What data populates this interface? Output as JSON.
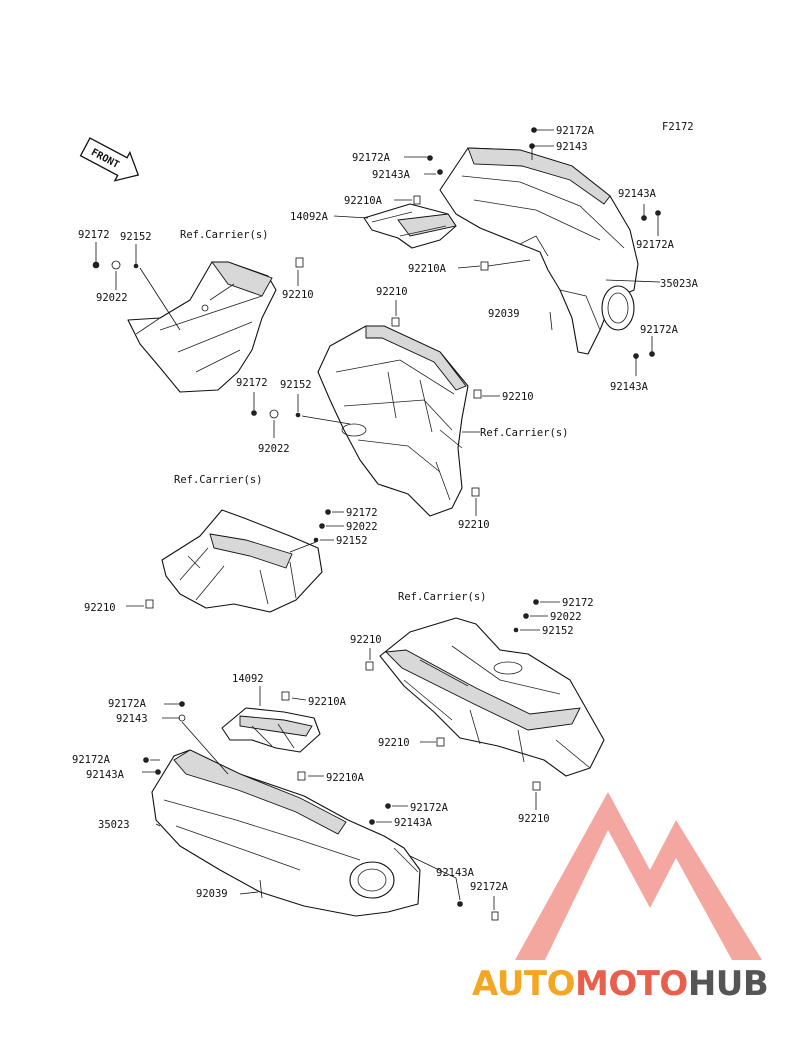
{
  "figure_code": "F2172",
  "front_label": "FRONT",
  "watermark": {
    "part1": "AUTO",
    "part2": "MOTO",
    "part3": "HUB",
    "color1": "#f5a623",
    "color2": "#e8604c",
    "color3": "#555555",
    "triangle_color": "#f08a80"
  },
  "labels": {
    "l01": "92172A",
    "l02": "92143",
    "l03": "92172A",
    "l04": "92143A",
    "l05": "92210A",
    "l06": "14092A",
    "l07": "92143A",
    "l08": "92172A",
    "l09": "92210A",
    "l10": "35023A",
    "l11": "92039",
    "l12": "92172A",
    "l13": "92143A",
    "l14": "92172",
    "l15": "92152",
    "l16": "Ref.Carrier(s)",
    "l17": "92022",
    "l18": "92210",
    "l19": "92210",
    "l20": "92172",
    "l21": "92152",
    "l22": "92022",
    "l23": "92210",
    "l24": "Ref.Carrier(s)",
    "l25": "92210",
    "l26": "Ref.Carrier(s)",
    "l27": "92172",
    "l28": "92022",
    "l29": "92152",
    "l30": "92210",
    "l31": "Ref.Carrier(s)",
    "l32": "92172",
    "l33": "92022",
    "l34": "92152",
    "l35": "92210",
    "l36": "14092",
    "l37": "92210A",
    "l38": "92172A",
    "l39": "92143",
    "l40": "92172A",
    "l41": "92143A",
    "l42": "92210A",
    "l43": "92210",
    "l44": "92172A",
    "l45": "92143A",
    "l46": "35023",
    "l47": "92210",
    "l48": "92143A",
    "l49": "92172A",
    "l50": "92039"
  }
}
